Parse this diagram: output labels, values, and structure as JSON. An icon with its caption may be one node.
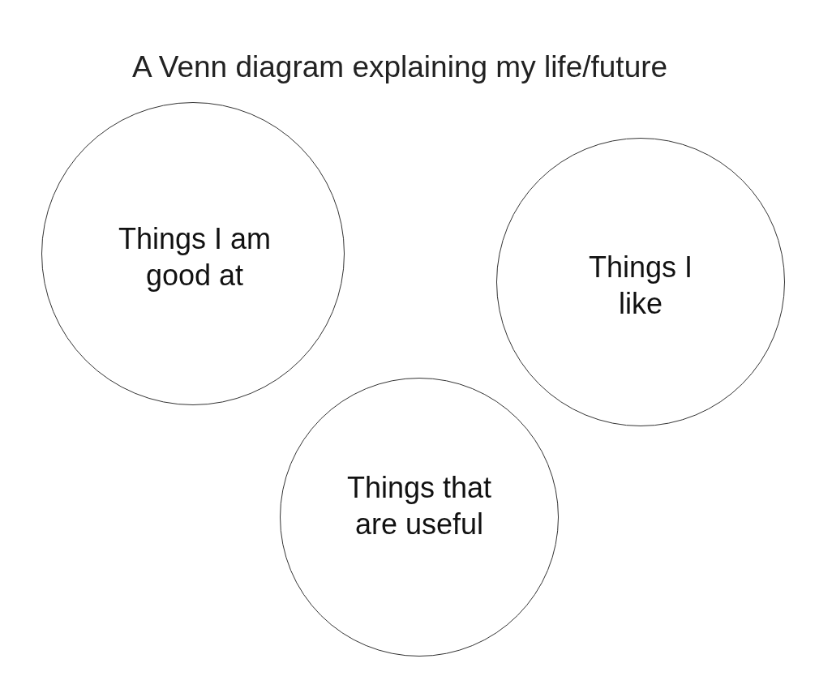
{
  "diagram": {
    "title": "A Venn diagram explaining my life/future",
    "nodes": [
      {
        "text": [
          "Things I am good at"
        ]
      },
      {
        "text": [
          "Things I like"
        ]
      },
      {
        "text": [
          "Things that are useful"
        ]
      }
    ]
  }
}
